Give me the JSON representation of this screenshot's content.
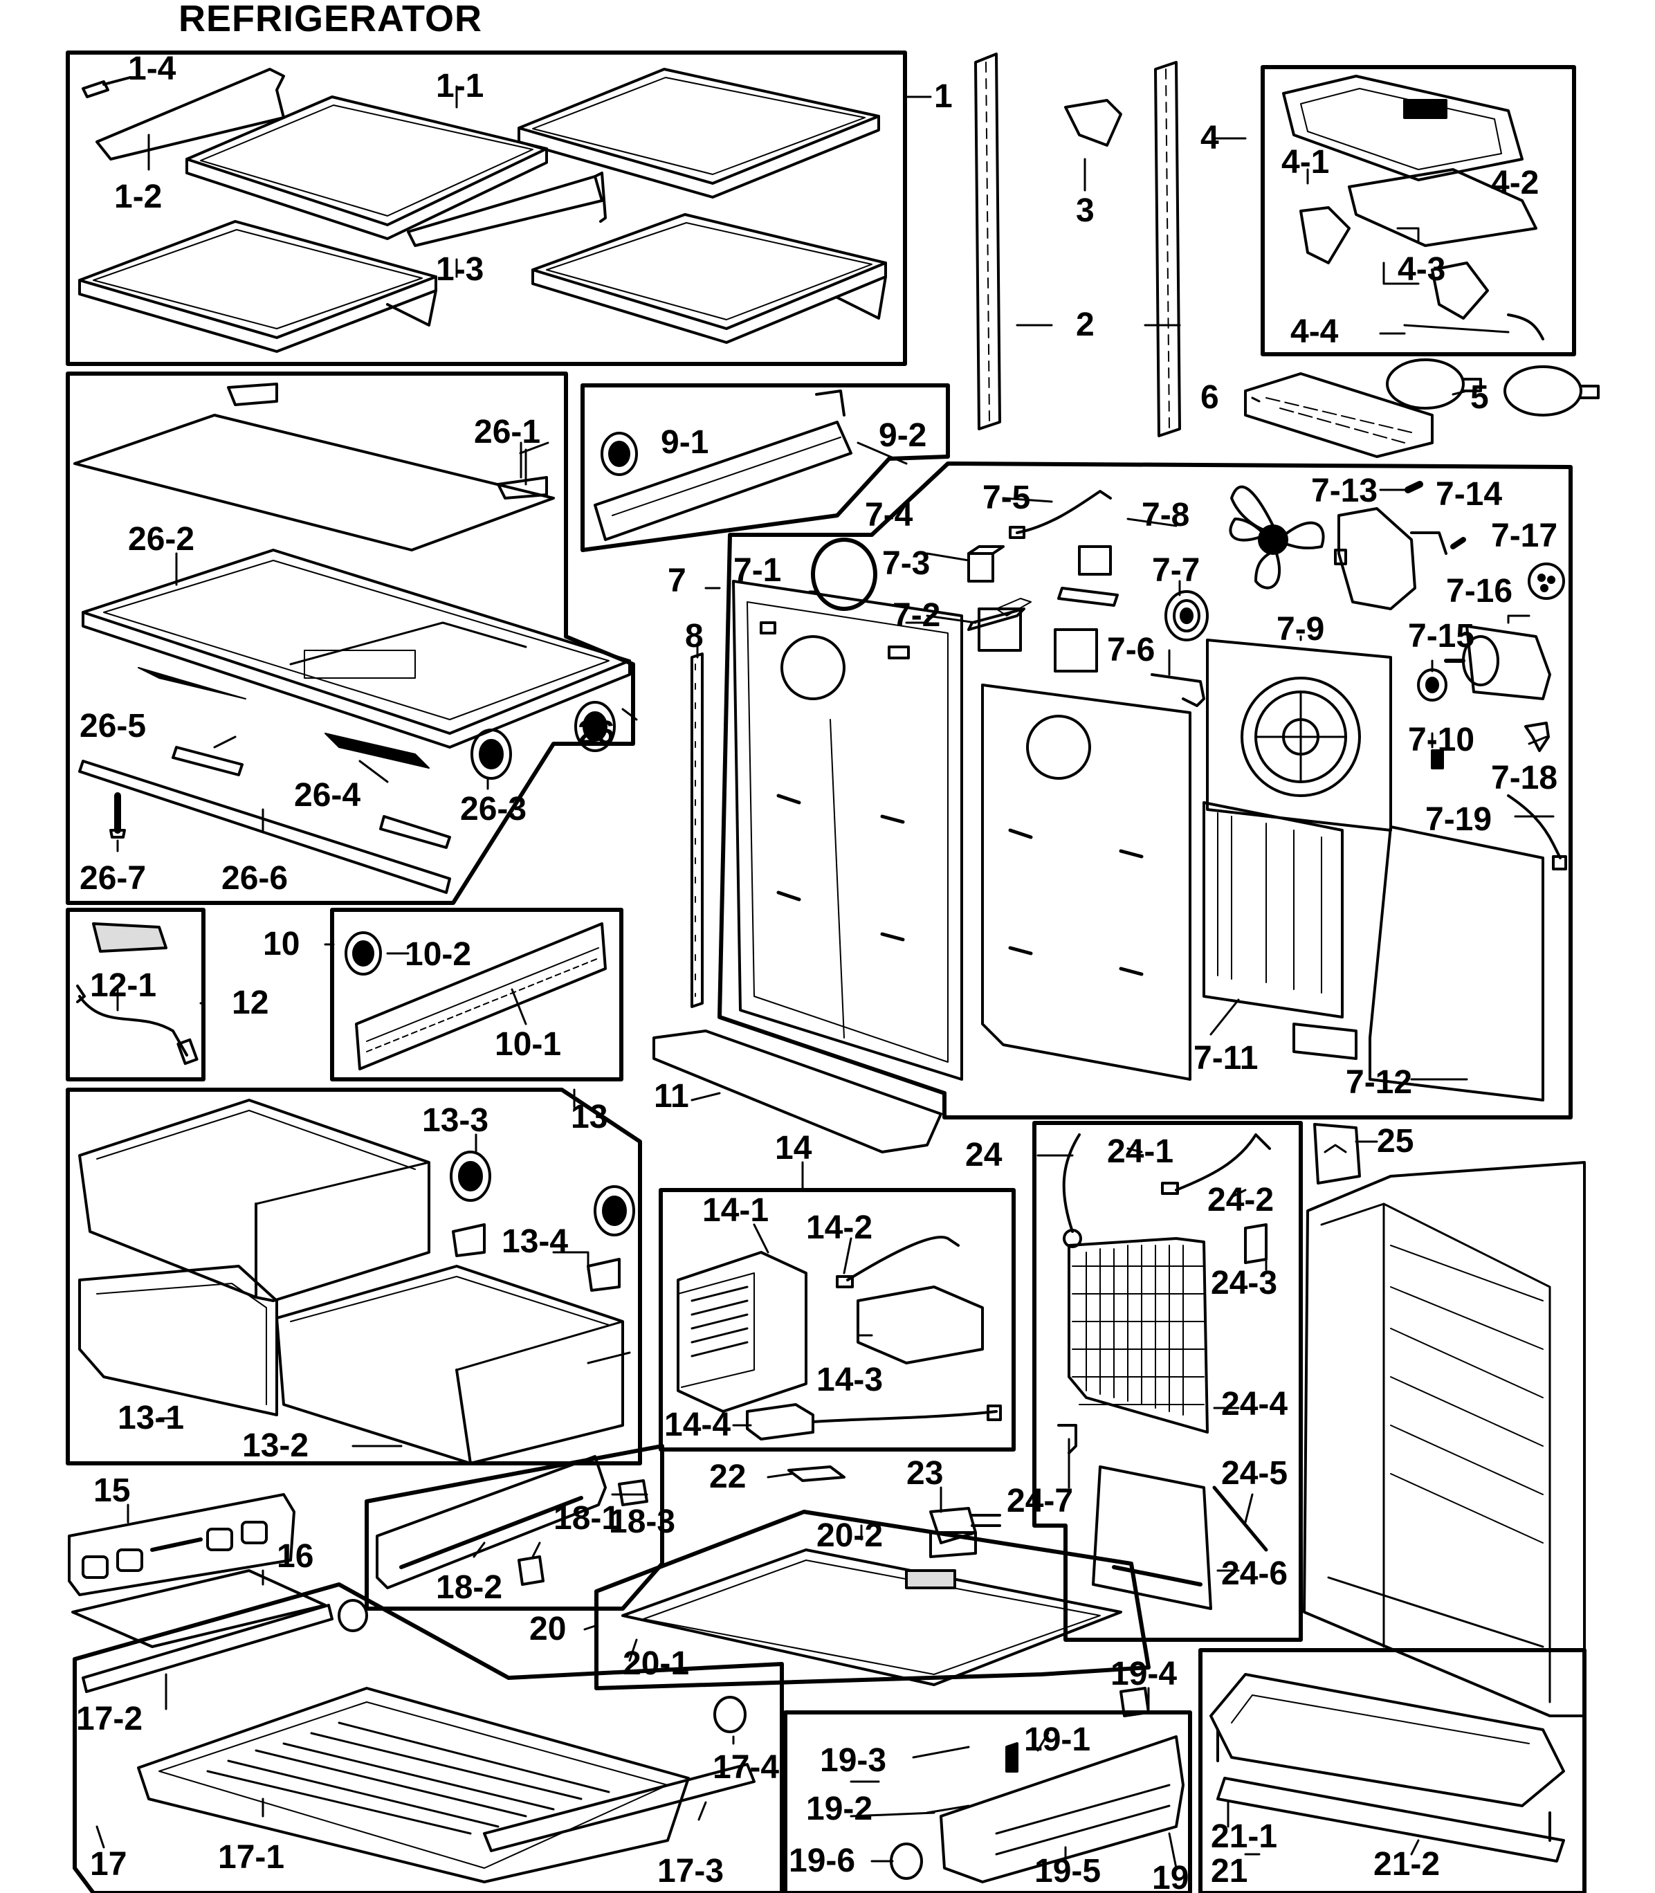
{
  "title": "REFRIGERATOR",
  "labels": {
    "p1": "1",
    "p1_1": "1-1",
    "p1_2": "1-2",
    "p1_3": "1-3",
    "p1_4": "1-4",
    "p2": "2",
    "p3": "3",
    "p4": "4",
    "p4_1": "4-1",
    "p4_2": "4-2",
    "p4_3": "4-3",
    "p4_4": "4-4",
    "p5": "5",
    "p6": "6",
    "p7": "7",
    "p7_1": "7-1",
    "p7_2": "7-2",
    "p7_3": "7-3",
    "p7_4": "7-4",
    "p7_5": "7-5",
    "p7_6": "7-6",
    "p7_7": "7-7",
    "p7_8": "7-8",
    "p7_9": "7-9",
    "p7_10": "7-10",
    "p7_11": "7-11",
    "p7_12": "7-12",
    "p7_13": "7-13",
    "p7_14": "7-14",
    "p7_15": "7-15",
    "p7_16": "7-16",
    "p7_17": "7-17",
    "p7_18": "7-18",
    "p7_19": "7-19",
    "p8": "8",
    "p9_1": "9-1",
    "p9_2": "9-2",
    "p10": "10",
    "p10_1": "10-1",
    "p10_2": "10-2",
    "p11": "11",
    "p12": "12",
    "p12_1": "12-1",
    "p13": "13",
    "p13_1": "13-1",
    "p13_2": "13-2",
    "p13_3": "13-3",
    "p13_4": "13-4",
    "p14": "14",
    "p14_1": "14-1",
    "p14_2": "14-2",
    "p14_3": "14-3",
    "p14_4": "14-4",
    "p15": "15",
    "p16": "16",
    "p17": "17",
    "p17_1": "17-1",
    "p17_2": "17-2",
    "p17_3": "17-3",
    "p17_4": "17-4",
    "p18_1": "18-1",
    "p18_2": "18-2",
    "p18_3": "18-3",
    "p19": "19",
    "p19_1": "19-1",
    "p19_2": "19-2",
    "p19_3": "19-3",
    "p19_4": "19-4",
    "p19_5": "19-5",
    "p19_6": "19-6",
    "p20": "20",
    "p20_1": "20-1",
    "p20_2": "20-2",
    "p21": "21",
    "p21_1": "21-1",
    "p21_2": "21-2",
    "p22": "22",
    "p23": "23",
    "p24": "24",
    "p24_1": "24-1",
    "p24_2": "24-2",
    "p24_3": "24-3",
    "p24_4": "24-4",
    "p24_5": "24-5",
    "p24_6": "24-6",
    "p24_7": "24-7",
    "p25": "25",
    "p26": "26",
    "p26_1": "26-1",
    "p26_2": "26-2",
    "p26_3": "26-3",
    "p26_4": "26-4",
    "p26_5": "26-5",
    "p26_6": "26-6",
    "p26_7": "26-7"
  }
}
